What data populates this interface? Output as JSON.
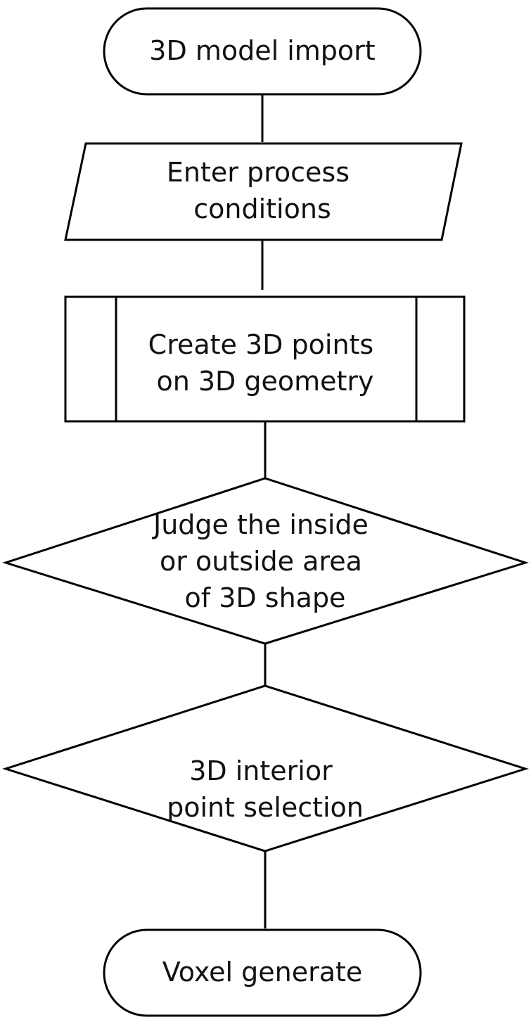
{
  "flowchart": {
    "nodes": [
      {
        "id": "start",
        "type": "terminator",
        "lines": [
          "3D model import"
        ]
      },
      {
        "id": "input",
        "type": "data",
        "lines": [
          "Enter process",
          "conditions"
        ]
      },
      {
        "id": "create",
        "type": "predefined-process",
        "lines": [
          "Create 3D points",
          "on 3D geometry"
        ]
      },
      {
        "id": "judge",
        "type": "decision",
        "lines": [
          "Judge the inside",
          "or outside area",
          "of 3D shape"
        ]
      },
      {
        "id": "select",
        "type": "decision",
        "lines": [
          "3D interior",
          "point selection"
        ]
      },
      {
        "id": "end",
        "type": "terminator",
        "lines": [
          "Voxel generate"
        ]
      }
    ],
    "edges": [
      {
        "from": "start",
        "to": "input"
      },
      {
        "from": "input",
        "to": "create"
      },
      {
        "from": "create",
        "to": "judge"
      },
      {
        "from": "judge",
        "to": "select"
      },
      {
        "from": "select",
        "to": "end"
      }
    ]
  }
}
